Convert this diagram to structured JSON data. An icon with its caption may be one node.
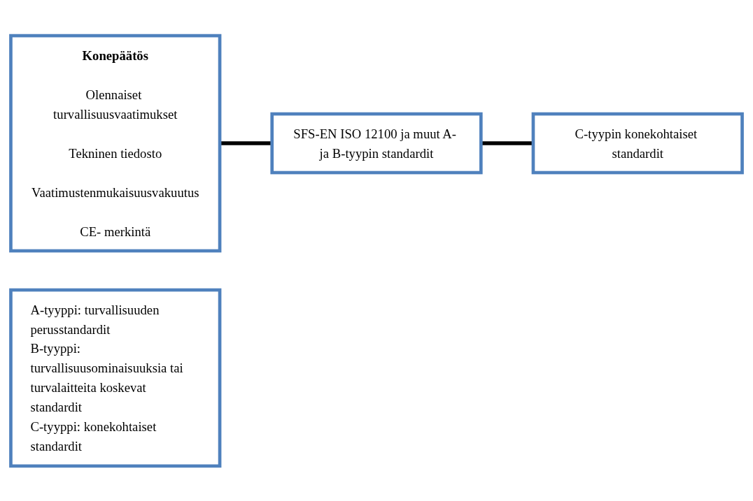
{
  "diagram": {
    "nodes": [
      {
        "text": [
          "Konepäätös",
          "Olennaiset turvallisuusvaatimukset",
          "Tekninen tiedosto",
          "Vaatimustenmukaisuusvakuutus",
          "CE- merkintä"
        ]
      },
      {
        "text": [
          "SFS-EN ISO 12100 ja muut A- ja B-tyypin standardit"
        ]
      },
      {
        "text": [
          "C-tyypin konekohtaiset standardit"
        ]
      },
      {
        "text": [
          "A-tyyppi: turvallisuuden perusstandardit",
          "B-tyyppi: turvallisuusominaisuuksia tai turvalaitteita koskevat standardit",
          "C-tyyppi: konekohtaiset standardit"
        ]
      }
    ],
    "edges": [
      {
        "from": 0,
        "to": 1,
        "arrow": "none"
      },
      {
        "from": 1,
        "to": 2,
        "arrow": "none"
      }
    ]
  }
}
